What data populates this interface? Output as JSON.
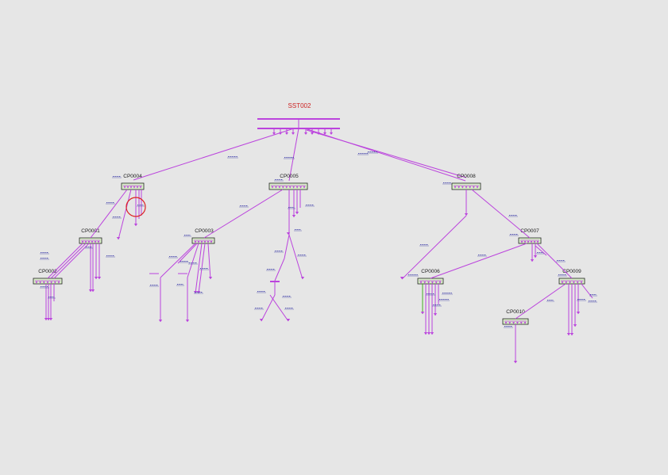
{
  "substation": {
    "label": "SST002"
  },
  "cabinets": [
    "CP0004",
    "CP0005",
    "CP0008",
    "CP0001",
    "CP0003",
    "CP0007",
    "CP0002",
    "CP0006",
    "CP0009",
    "CP0010"
  ],
  "colors": {
    "wire": "#bb44dd",
    "highlight": "#dd2222",
    "label": "#cc2222",
    "cabinet_fill": "#d9f0c8",
    "ground_wire": "#44aa22",
    "background": "#e6e6e6"
  },
  "icons": [
    "selection-circle",
    "terminal-arrow-icon"
  ]
}
